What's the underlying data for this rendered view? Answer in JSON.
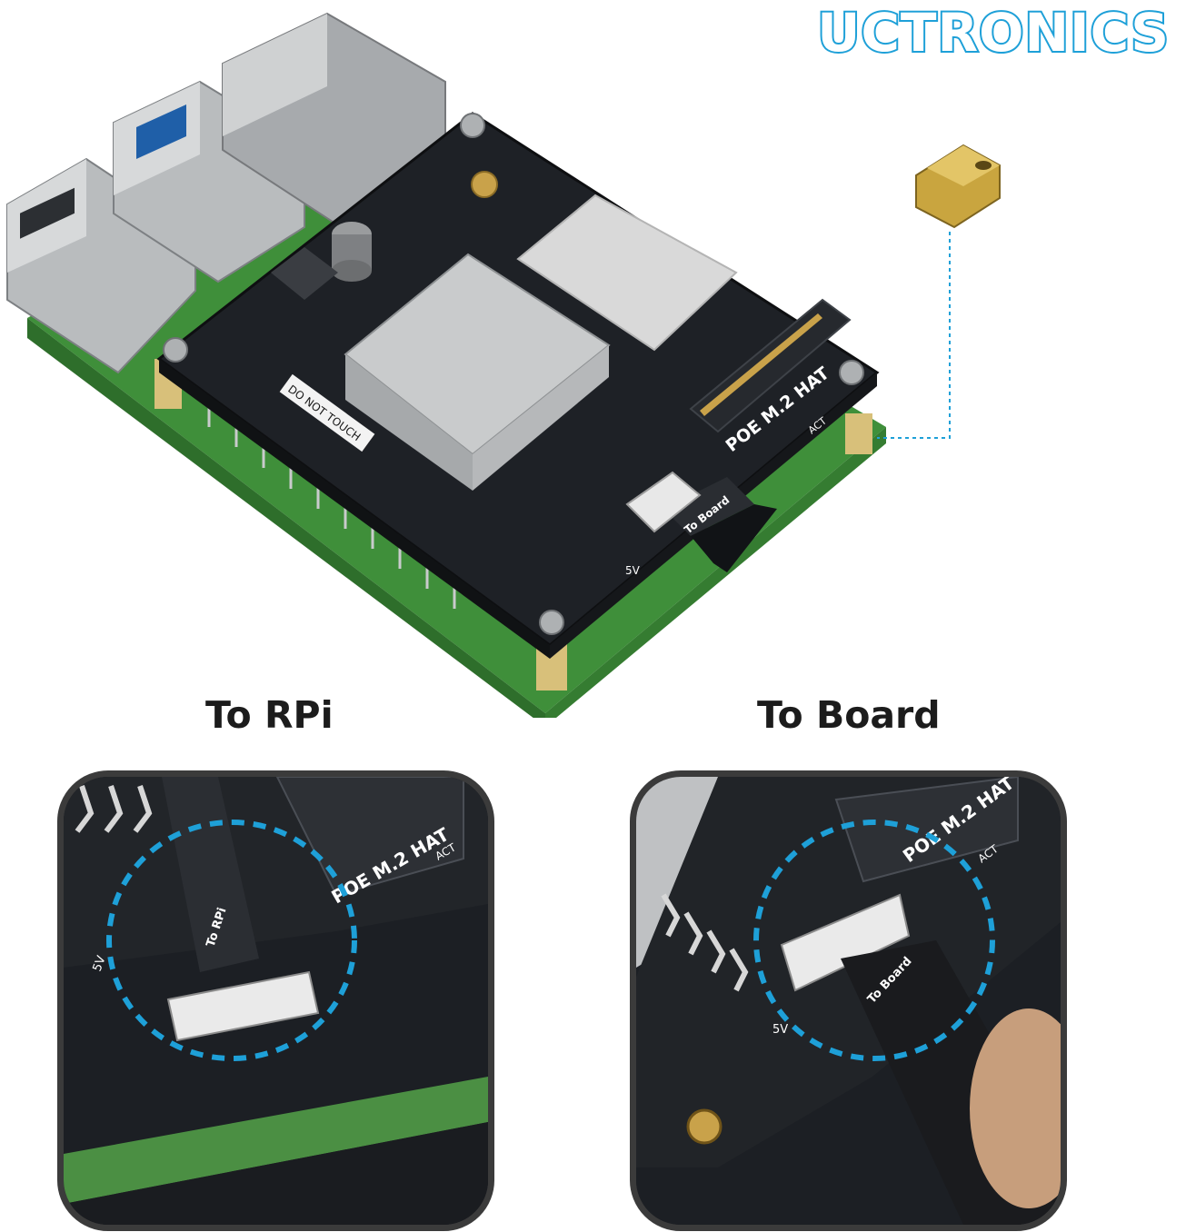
{
  "brand": {
    "logo_text": "UCTRONICS",
    "accent_color": "#1ea0d8"
  },
  "top_photo": {
    "board_name": "POE M.2 HAT",
    "warning_label": "DO NOT TOUCH",
    "cable_label": "To Board",
    "power_label": "5V",
    "led_label": "ACT"
  },
  "captions": {
    "left": "To RPi",
    "right": "To Board"
  },
  "left_panel": {
    "board_name": "POE M.2 HAT",
    "cable_label": "To RPi",
    "led_label": "ACT",
    "power_label": "5V"
  },
  "right_panel": {
    "board_name": "POE M.2 HAT",
    "cable_label": "To Board",
    "led_label": "ACT",
    "power_label": "5V"
  },
  "colors": {
    "pcb_green": "#3f8f3a",
    "hat_black": "#1e2126",
    "metal": "#c9cbcc",
    "highlight_circle": "#1ea0d8"
  }
}
